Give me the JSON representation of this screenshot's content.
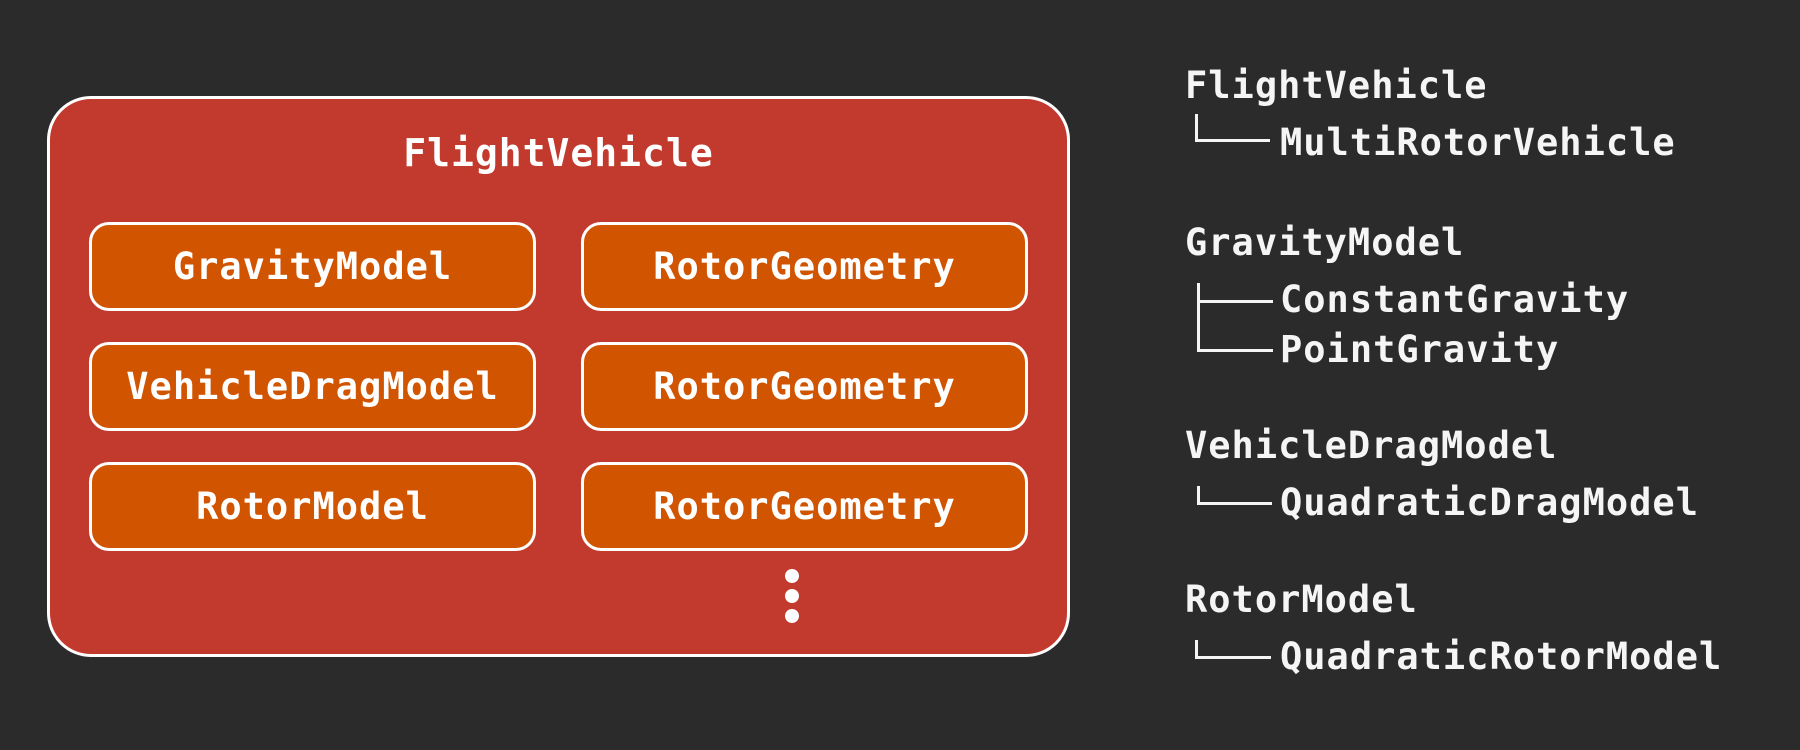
{
  "composite": {
    "title": "FlightVehicle",
    "left_column": [
      "GravityModel",
      "VehicleDragModel",
      "RotorModel"
    ],
    "right_column": [
      "RotorGeometry",
      "RotorGeometry",
      "RotorGeometry"
    ],
    "ellipsis": "⋮"
  },
  "hierarchies": [
    {
      "root": "FlightVehicle",
      "children": [
        "MultiRotorVehicle"
      ]
    },
    {
      "root": "GravityModel",
      "children": [
        "ConstantGravity",
        "PointGravity"
      ]
    },
    {
      "root": "VehicleDragModel",
      "children": [
        "QuadraticDragModel"
      ]
    },
    {
      "root": "RotorModel",
      "children": [
        "QuadraticRotorModel"
      ]
    }
  ],
  "colors": {
    "background": "#2b2b2b",
    "container": "#c13a2d",
    "component": "#d15400",
    "border": "#ffffff"
  }
}
